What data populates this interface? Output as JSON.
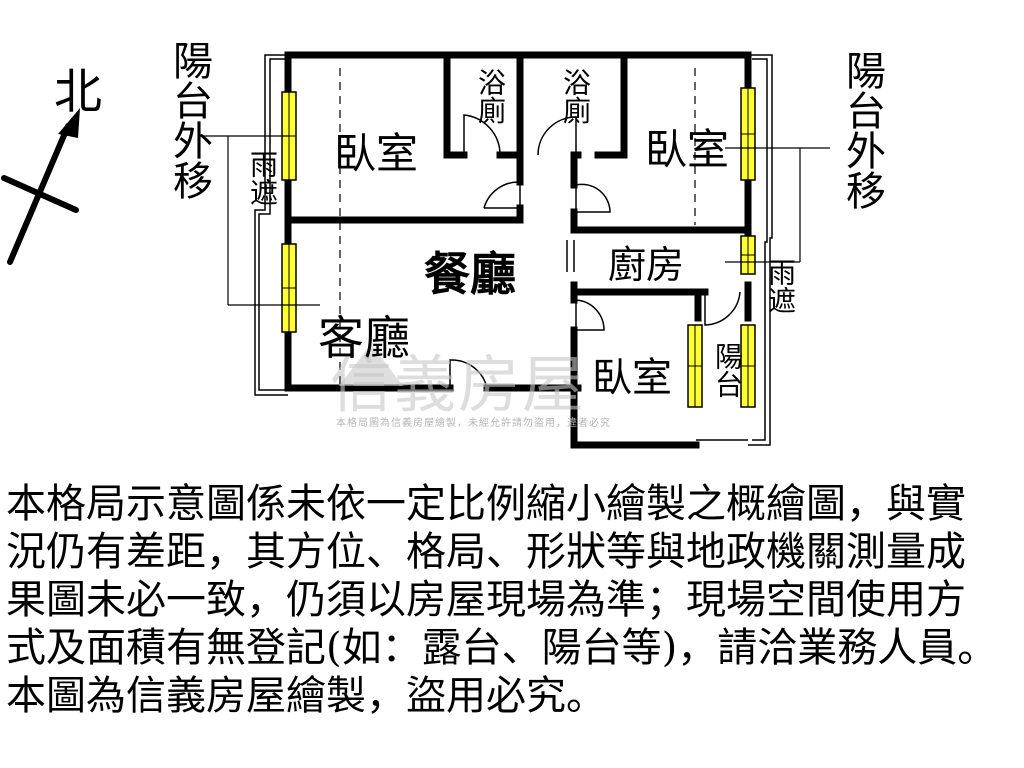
{
  "compass": {
    "label": "北"
  },
  "rooms": {
    "bedroom_nw": "臥室",
    "bath_left": "浴廁",
    "bath_right": "浴廁",
    "bedroom_ne": "臥室",
    "dining": "餐廳",
    "kitchen": "廚房",
    "living": "客廳",
    "bedroom_s": "臥室",
    "balcony_s": "陽台"
  },
  "annotations": {
    "balcony_moved_left": "陽台外移",
    "balcony_moved_right": "陽台外移",
    "rain_shelter_left": "雨遮",
    "rain_shelter_right": "雨遮"
  },
  "watermark": {
    "brand": "信義房屋",
    "notice": "本格局圖為信義房屋繪製，未經允許請勿盜用，違者必究"
  },
  "disclaimer": "本格局示意圖係未依一定比例縮小繪製之概繪圖，與實\n況仍有差距，其方位、格局、形狀等與地政機關測量成\n果圖未必一致，仍須以房屋現場為準；現場空間使用方\n式及面積有無登記(如：露台、陽台等)，請洽業務人員。\n本圖為信義房屋繪製，盜用必究。"
}
